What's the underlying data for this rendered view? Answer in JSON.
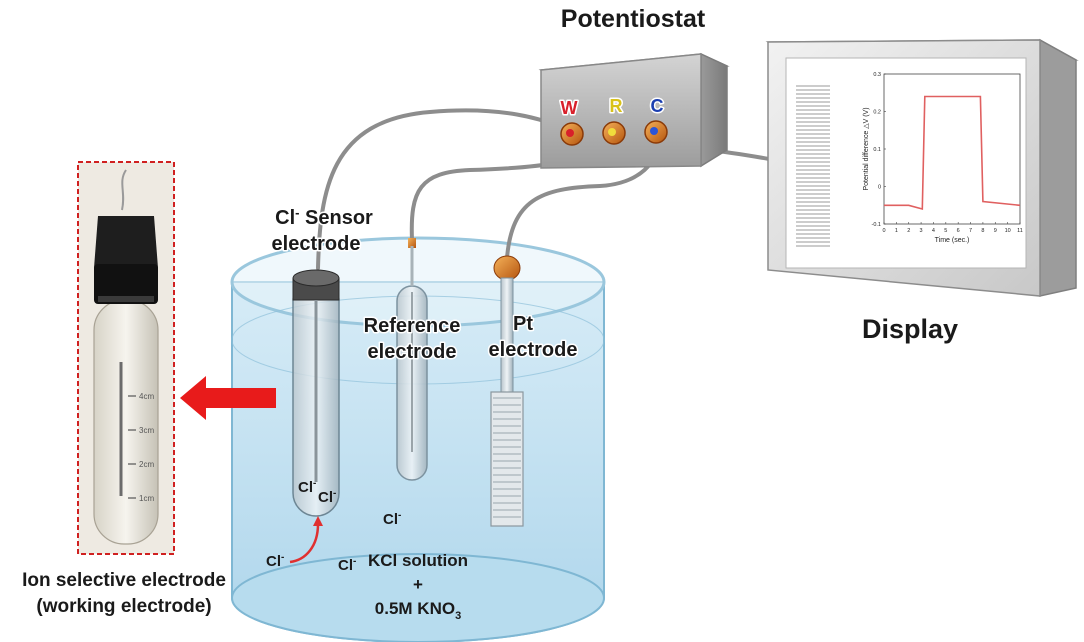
{
  "labels": {
    "potentiostat": "Potentiostat",
    "display": "Display",
    "sensor_line1_main": "Cl",
    "sensor_line1_sup": "-",
    "sensor_line1_rest": " Sensor",
    "sensor_line2": "electrode",
    "reference_line1": "Reference",
    "reference_line2": "electrode",
    "pt_line1": "Pt",
    "pt_line2": "electrode",
    "ise_line1": "Ion selective electrode",
    "ise_line2": "(working electrode)",
    "solution_line1": "KCl solution",
    "solution_line2": "+",
    "solution_line3_main": "0.5M KNO",
    "solution_line3_sub": "3"
  },
  "terminals": {
    "w": "W",
    "r": "R",
    "c": "C"
  },
  "ions": {
    "main": "Cl",
    "sup": "-"
  },
  "tube_marks": [
    "4cm",
    "3cm",
    "2cm",
    "1cm"
  ],
  "colors": {
    "w": "#d8202a",
    "r": "#d9c21a",
    "c": "#1b3fb0",
    "arrow": "#e81b1b",
    "plot": "#e06060"
  },
  "chart_data": {
    "type": "line",
    "xlabel": "Time (sec.)",
    "ylabel": "Potential difference △V (V)",
    "xlim": [
      0,
      11
    ],
    "ylim": [
      -0.1,
      0.3
    ],
    "xticks": [
      "0",
      "1",
      "2",
      "3",
      "4",
      "5",
      "6",
      "7",
      "8",
      "9",
      "10",
      "11"
    ],
    "yticks": [
      "-0.1",
      "0",
      "0.1",
      "0.2",
      "0.3"
    ],
    "series": [
      {
        "values": []
      }
    ],
    "x": [
      0,
      2,
      3.1,
      3.3,
      7.8,
      8.0,
      11
    ],
    "y": [
      -0.05,
      -0.05,
      -0.06,
      0.24,
      0.24,
      -0.04,
      -0.05
    ]
  }
}
